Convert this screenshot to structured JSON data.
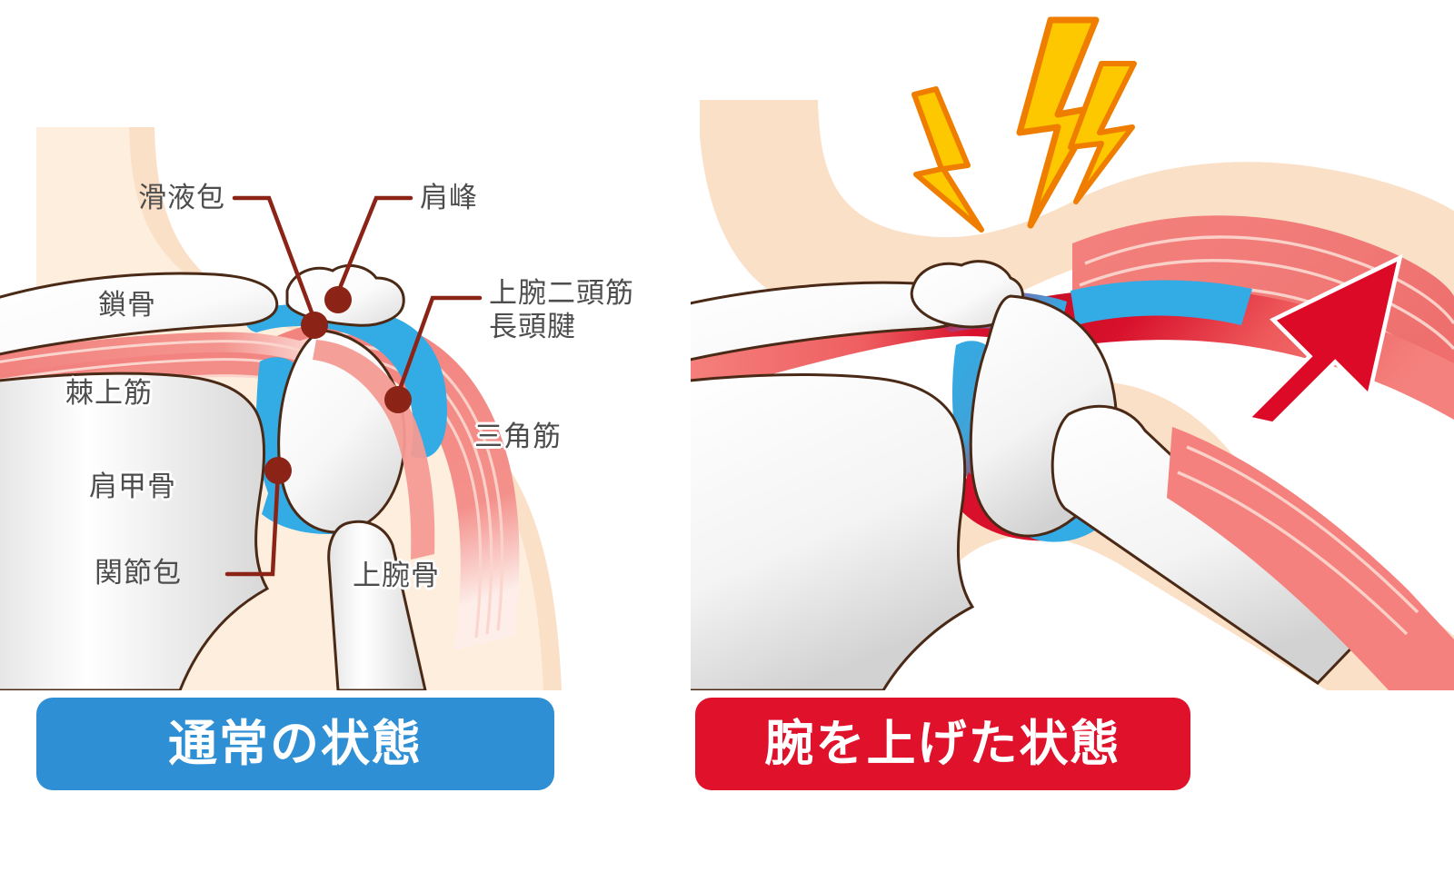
{
  "figure": {
    "title_normal": "通常の状態",
    "title_raised": "腕を上げた状態",
    "panels": [
      {
        "id": "normal",
        "caption": "通常の状態",
        "accent": "#2e8fd4"
      },
      {
        "id": "raised",
        "caption": "腕を上げた状態",
        "accent": "#e0112b"
      }
    ]
  },
  "captions": {
    "normal": "通常の状態",
    "raised": "腕を上げた状態"
  },
  "annotations": {
    "bursa": {
      "label": "滑液包",
      "id": "bursa"
    },
    "acromion": {
      "label": "肩峰",
      "id": "acromion"
    },
    "biceps_l1": {
      "label": "上腕二頭筋",
      "id": "biceps-line1"
    },
    "biceps_l2": {
      "label": "長頭腱",
      "id": "biceps-line2"
    },
    "clavicle": {
      "label": "鎖骨",
      "id": "clavicle"
    },
    "supraspinatus": {
      "label": "棘上筋",
      "id": "supraspinatus"
    },
    "deltoid": {
      "label": "三角筋",
      "id": "deltoid"
    },
    "scapula": {
      "label": "肩甲骨",
      "id": "scapula"
    },
    "capsule": {
      "label": "関節包",
      "id": "joint-capsule"
    },
    "humerus": {
      "label": "上腕骨",
      "id": "humerus"
    }
  },
  "icons": {
    "lightning_small": "lightning-bolt-small",
    "lightning_large": "lightning-bolt-large",
    "up_arrow": "arrow-up-right"
  },
  "colors": {
    "skin": "#fbe0c8",
    "skin_light": "#fdeede",
    "bone_outline": "#4a2a16",
    "bone_fill": "#ffffff",
    "bone_shade": "#e2e2e2",
    "bursa_blue": "#33abe5",
    "muscle": "#f2827e",
    "muscle_light": "#f8b3ad",
    "muscle_stripe": "#fad2cb",
    "inflamed_red": "#d8102b",
    "leader_line": "#8b2316",
    "label_text": "#4d4d4d",
    "lightning_fill": "#fdc800",
    "lightning_stroke": "#ef7d00",
    "caption_blue": "#2e8fd4",
    "caption_red": "#e0112b",
    "arrow_red": "#dc0a26"
  }
}
